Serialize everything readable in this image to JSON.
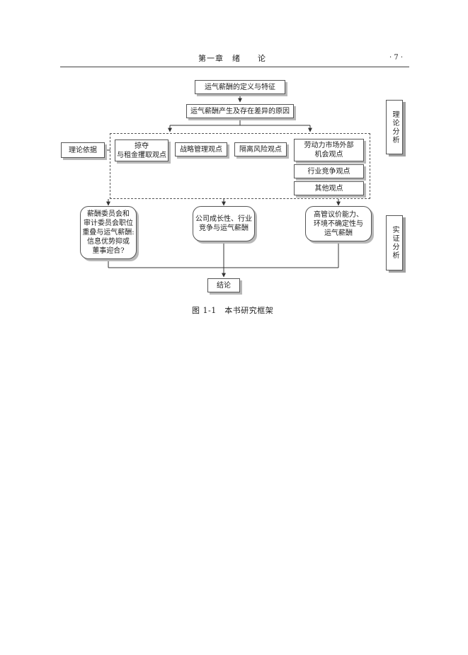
{
  "header": {
    "chapter": "第一章　绪　　论",
    "page": "· 7 ·"
  },
  "diagram": {
    "top": "运气薪酬的定义与特征",
    "cause": "运气薪酬产生及存在差异的原因",
    "basis": "理论依据",
    "theories": {
      "plunder": "掠夺\n与租金攫取观点",
      "strategy": "战略管理观点",
      "hedge": "隔离风险观点",
      "labor": "劳动力市场外部\n机会观点",
      "industry": "行业竞争观点",
      "other": "其他观点"
    },
    "empirical": {
      "committee": "薪酬委员会和\n审计委员会职位\n重叠与运气薪酬:\n信息优势抑或\n董事迎合?",
      "growth": "公司成长性、行业\n竞争与运气薪酬",
      "exec": "高管议价能力、\n环境不确定性与\n运气薪酬"
    },
    "conclusion": "结论",
    "side_theory": "理论分析",
    "side_empirical": "实证分析"
  },
  "caption": "图 1-1　本书研究框架"
}
